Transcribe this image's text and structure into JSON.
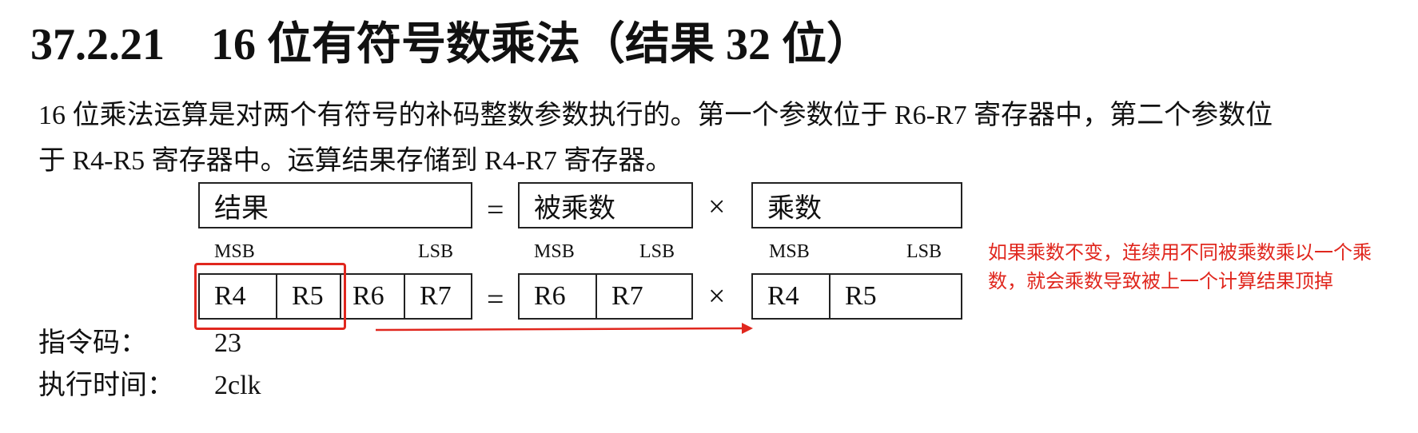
{
  "heading": {
    "number": "37.2.21",
    "title": "16 位有符号数乘法（结果 32 位）"
  },
  "description": {
    "line1": "16 位乘法运算是对两个有符号的补码整数参数执行的。第一个参数位于 R6-R7 寄存器中，第二个参数位",
    "line2": "于 R4-R5 寄存器中。运算结果存储到 R4-R7 寄存器。"
  },
  "diagram": {
    "result_label": "结果",
    "multiplicand_label": "被乘数",
    "multiplier_label": "乘数",
    "equals": "=",
    "times": "×",
    "msb": "MSB",
    "lsb": "LSB",
    "result_regs": [
      "R4",
      "R5",
      "R6",
      "R7"
    ],
    "multiplicand_regs": [
      "R6",
      "R7"
    ],
    "multiplier_regs": [
      "R4",
      "R5"
    ]
  },
  "annotation": {
    "line1": "如果乘数不变，连续用不同被乘数乘以一个乘",
    "line2": "数，就会乘数导致被上一个计算结果顶掉",
    "color": "#e0271e"
  },
  "info": {
    "opcode_label": "指令码：",
    "opcode_value": "23",
    "time_label": "执行时间：",
    "time_value": "2clk"
  }
}
